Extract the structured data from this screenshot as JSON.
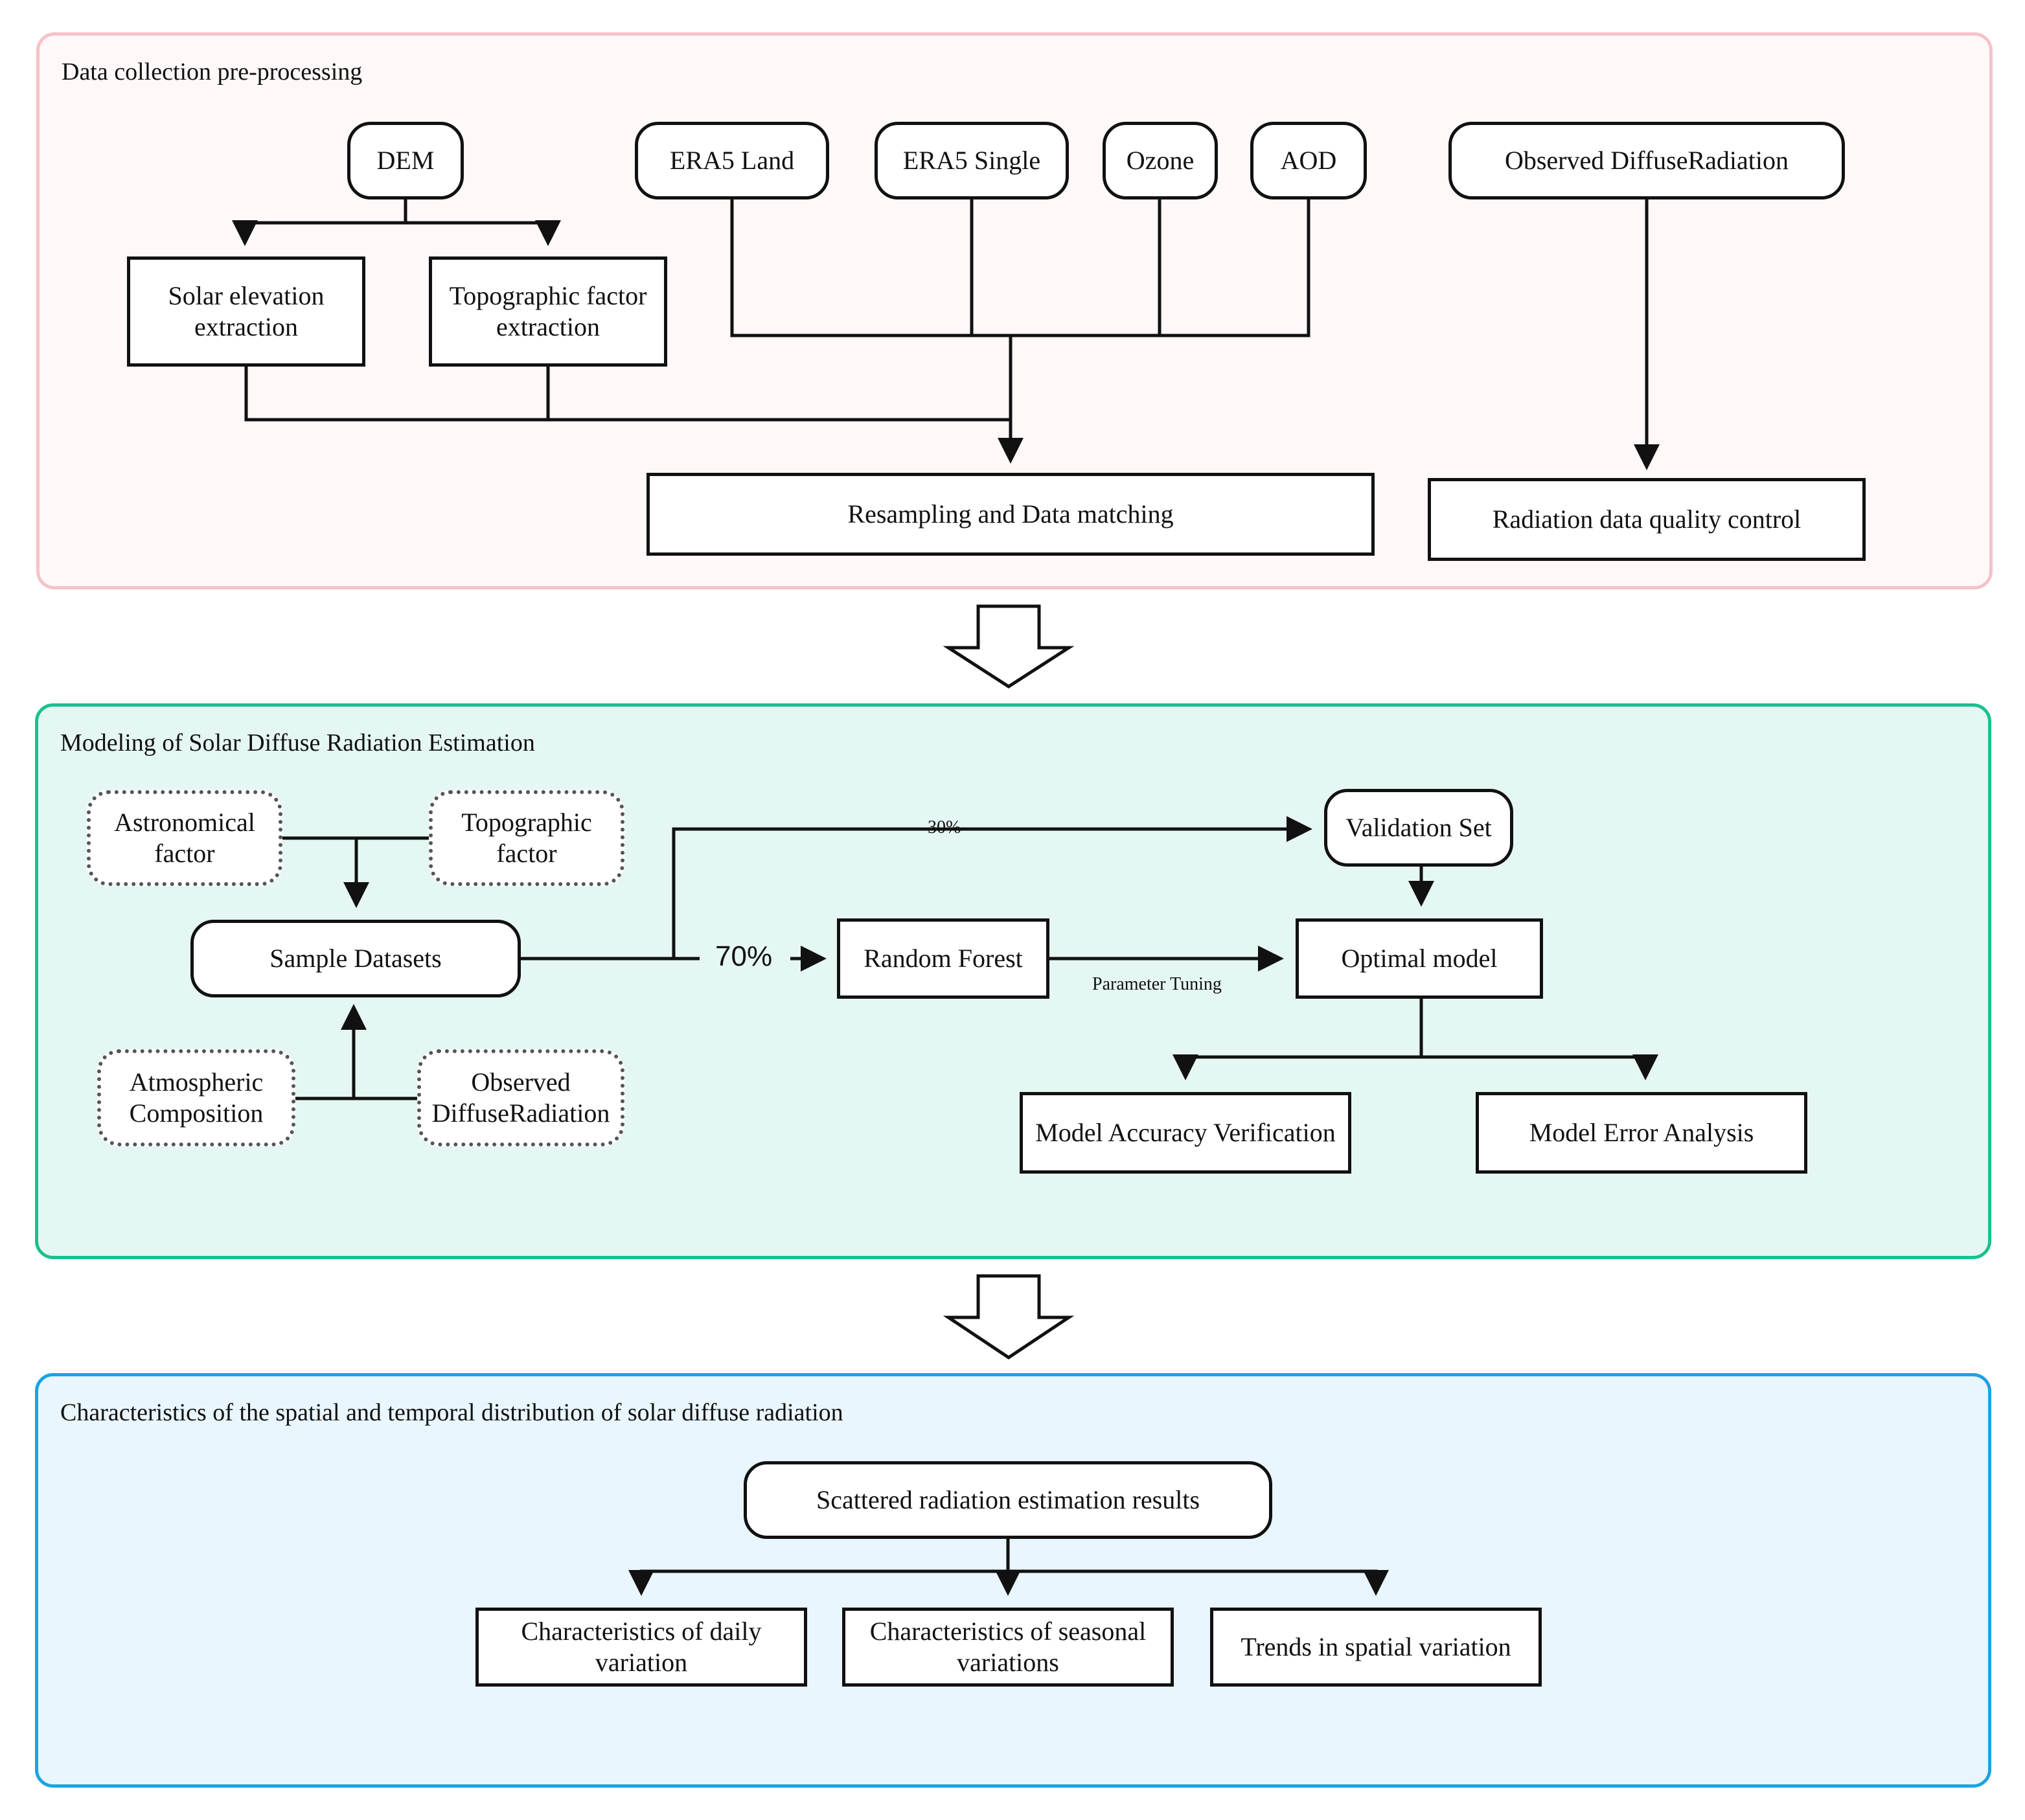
{
  "sections": {
    "preprocessing": {
      "title": "Data collection pre-processing",
      "nodes": {
        "dem": "DEM",
        "era5_land": "ERA5 Land",
        "era5_single": "ERA5 Single",
        "ozone": "Ozone",
        "aod": "AOD",
        "observed": "Observed DiffuseRadiation",
        "solar_elevation": "Solar  elevation extraction",
        "topographic": "Topographic factor extraction",
        "resampling": "Resampling and Data matching",
        "quality_control": "Radiation data quality control"
      }
    },
    "modeling": {
      "title": "Modeling of Solar Diffuse Radiation Estimation",
      "nodes": {
        "astronomical": "Astronomical factor",
        "topographic": "Topographic factor",
        "sample_datasets": "Sample Datasets",
        "atmospheric": "Atmospheric Composition",
        "observed": "Observed DiffuseRadiation",
        "validation_set": "Validation Set",
        "random_forest": "Random Forest",
        "optimal_model": "Optimal model",
        "accuracy": "Model Accuracy Verification",
        "error_analysis": "Model Error Analysis"
      },
      "labels": {
        "split_30": "30%",
        "split_70": "70%",
        "parameter_tuning": "Parameter Tuning"
      }
    },
    "distribution": {
      "title": "Characteristics of the spatial and temporal distribution of solar diffuse radiation",
      "nodes": {
        "results": "Scattered radiation estimation results",
        "daily": "Characteristics of daily variation",
        "seasonal": "Characteristics of seasonal variations",
        "spatial": "Trends in spatial variation"
      }
    }
  }
}
